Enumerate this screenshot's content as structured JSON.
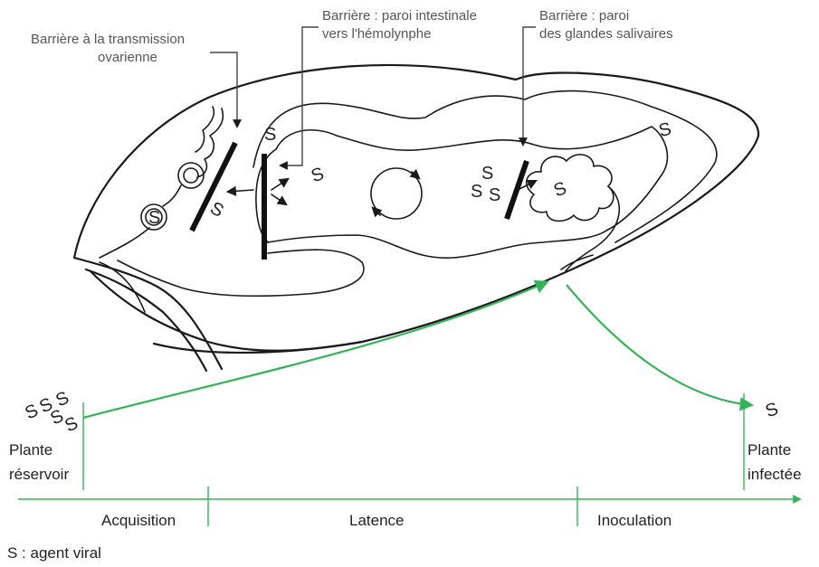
{
  "labels": {
    "barrier_ovarian_line1": "Barrière à la transmission",
    "barrier_ovarian_line2": "ovarienne",
    "barrier_intestinal_line1": "Barrière : paroi intestinale",
    "barrier_intestinal_line2": "vers l'hémolynphe",
    "barrier_salivary_line1": "Barrière : paroi",
    "barrier_salivary_line2": "des glandes salivaires"
  },
  "plants": {
    "reservoir_line1": "Plante",
    "reservoir_line2": "réservoir",
    "infected_line1": "Plante",
    "infected_line2": "infectée"
  },
  "phases": [
    "Acquisition",
    "Latence",
    "Inoculation"
  ],
  "legend": "S : agent viral",
  "virus_symbol": "S",
  "colors": {
    "arrow": "#35b35a",
    "outline": "#1a1a1a"
  }
}
